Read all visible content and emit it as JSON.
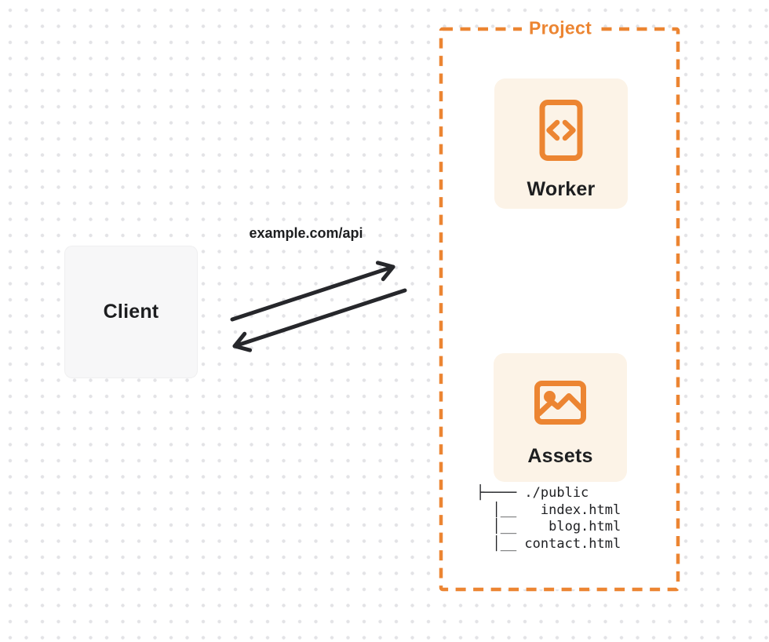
{
  "diagram": {
    "client": {
      "label": "Client"
    },
    "request_label": "example.com/api",
    "project": {
      "label": "Project",
      "nodes": [
        {
          "label": "Worker",
          "icon": "code-document-icon"
        },
        {
          "label": "Assets",
          "icon": "image-icon"
        }
      ],
      "file_tree": {
        "lines": [
          "├──── ./public",
          "  │__   index.html",
          "  │__    blog.html",
          "  │__ contact.html"
        ]
      }
    },
    "colors": {
      "accent_orange": "#EC8532",
      "card_background": "#FCF3E7",
      "client_background": "#F7F7F8",
      "arrow": "#26272B",
      "text_dark": "#1D1E20",
      "dot_grid": "#E3E3E6"
    }
  }
}
